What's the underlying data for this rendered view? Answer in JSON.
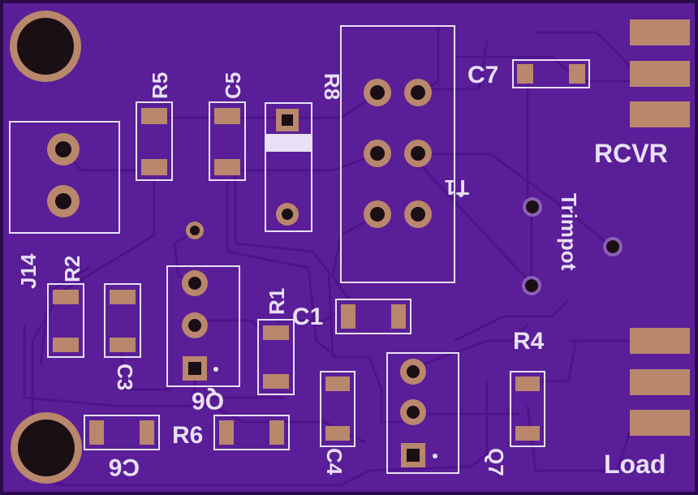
{
  "board": {
    "colors": {
      "soldermask": "#5a1e98",
      "board_edge": "#2b0a4a",
      "trace": "#4e1289",
      "pad": "#b8876c",
      "hole": "#1a0f14",
      "silkscreen": "#e8e0f4"
    },
    "labels": {
      "r5": "R5",
      "c5": "C5",
      "r8": "R8",
      "c7": "C7",
      "t1": "T1",
      "rcvr": "RCVR",
      "trimpot": "Trimpot",
      "j14": "J14",
      "r2": "R2",
      "r1": "R1",
      "c1": "C1",
      "c3": "C3",
      "q6": "Q6",
      "r4": "R4",
      "r6": "R6",
      "c6": "C6",
      "c4": "C4",
      "q7": "Q7",
      "load": "Load"
    }
  }
}
